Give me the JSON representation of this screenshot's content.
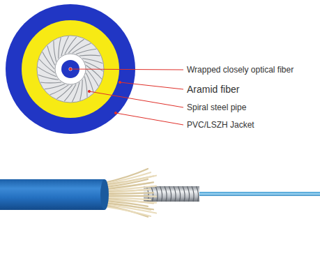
{
  "diagram": {
    "labels": [
      "Wrapped closely optical fiber",
      "Aramid fiber",
      "Spiral steel pipe",
      "PVC/LSZH Jacket"
    ]
  }
}
